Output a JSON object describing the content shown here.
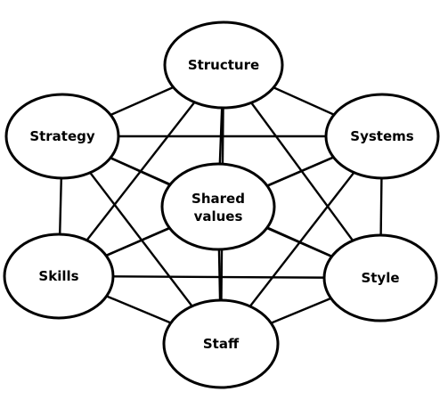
{
  "diagram": {
    "nodes": {
      "structure": {
        "lines": [
          "Structure"
        ]
      },
      "strategy": {
        "lines": [
          "Strategy"
        ]
      },
      "systems": {
        "lines": [
          "Systems"
        ]
      },
      "shared_values": {
        "lines": [
          "Shared",
          "values"
        ]
      },
      "skills": {
        "lines": [
          "Skills"
        ]
      },
      "style": {
        "lines": [
          "Style"
        ]
      },
      "staff": {
        "lines": [
          "Staff"
        ]
      }
    },
    "edges": [
      [
        "structure",
        "strategy"
      ],
      [
        "structure",
        "systems"
      ],
      [
        "structure",
        "shared_values"
      ],
      [
        "structure",
        "skills"
      ],
      [
        "structure",
        "style"
      ],
      [
        "structure",
        "staff"
      ],
      [
        "strategy",
        "systems"
      ],
      [
        "strategy",
        "shared_values"
      ],
      [
        "strategy",
        "skills"
      ],
      [
        "strategy",
        "style"
      ],
      [
        "strategy",
        "staff"
      ],
      [
        "systems",
        "shared_values"
      ],
      [
        "systems",
        "skills"
      ],
      [
        "systems",
        "style"
      ],
      [
        "systems",
        "staff"
      ],
      [
        "shared_values",
        "skills"
      ],
      [
        "shared_values",
        "style"
      ],
      [
        "shared_values",
        "staff"
      ],
      [
        "skills",
        "style"
      ],
      [
        "skills",
        "staff"
      ],
      [
        "style",
        "staff"
      ]
    ]
  }
}
